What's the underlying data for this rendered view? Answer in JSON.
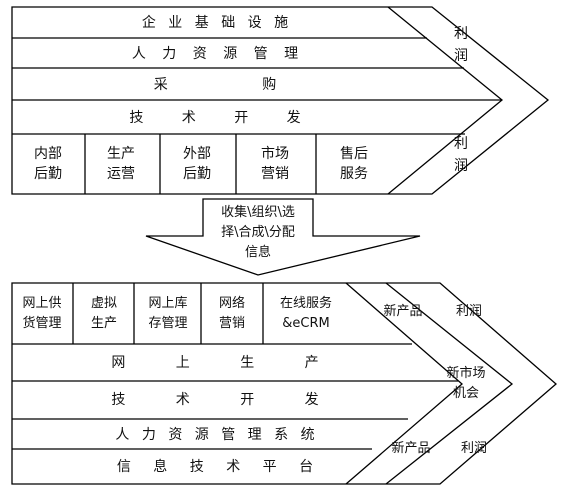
{
  "top": {
    "rows": [
      "企 业 基 础 设 施",
      "人 力 资 源 管 理",
      "采 购",
      "技 术 开 发"
    ],
    "activities": [
      {
        "line1": "内部",
        "line2": "后勤"
      },
      {
        "line1": "生产",
        "line2": "运营"
      },
      {
        "line1": "外部",
        "line2": "后勤"
      },
      {
        "line1": "市场",
        "line2": "营销"
      },
      {
        "line1": "售后",
        "line2": "服务"
      }
    ],
    "margin_upper": {
      "line1": "利",
      "line2": "润"
    },
    "margin_lower": {
      "line1": "利",
      "line2": "润"
    }
  },
  "transform_arrow": {
    "line1": "收集\\组织\\选",
    "line2": "择\\合成\\分配",
    "line3": "信息"
  },
  "bottom": {
    "activities": [
      {
        "line1": "网上供",
        "line2": "货管理"
      },
      {
        "line1": "虚拟",
        "line2": "生产"
      },
      {
        "line1": "网上库",
        "line2": "存管理"
      },
      {
        "line1": "网络",
        "line2": "营销"
      },
      {
        "line1": "在线服务",
        "line2": "&eCRM"
      }
    ],
    "rows": [
      "网 上 生 产",
      "技 术 开 发",
      "人 力 资 源 管 理 系 统",
      "信 息 技 术 平 台"
    ],
    "chevron_upper_new_product": "新产品",
    "chevron_upper_profit": "利润",
    "new_market": {
      "line1": "新市场",
      "line2": "机会"
    },
    "chevron_lower_new_product": "新产品",
    "chevron_lower_profit": "利润"
  }
}
